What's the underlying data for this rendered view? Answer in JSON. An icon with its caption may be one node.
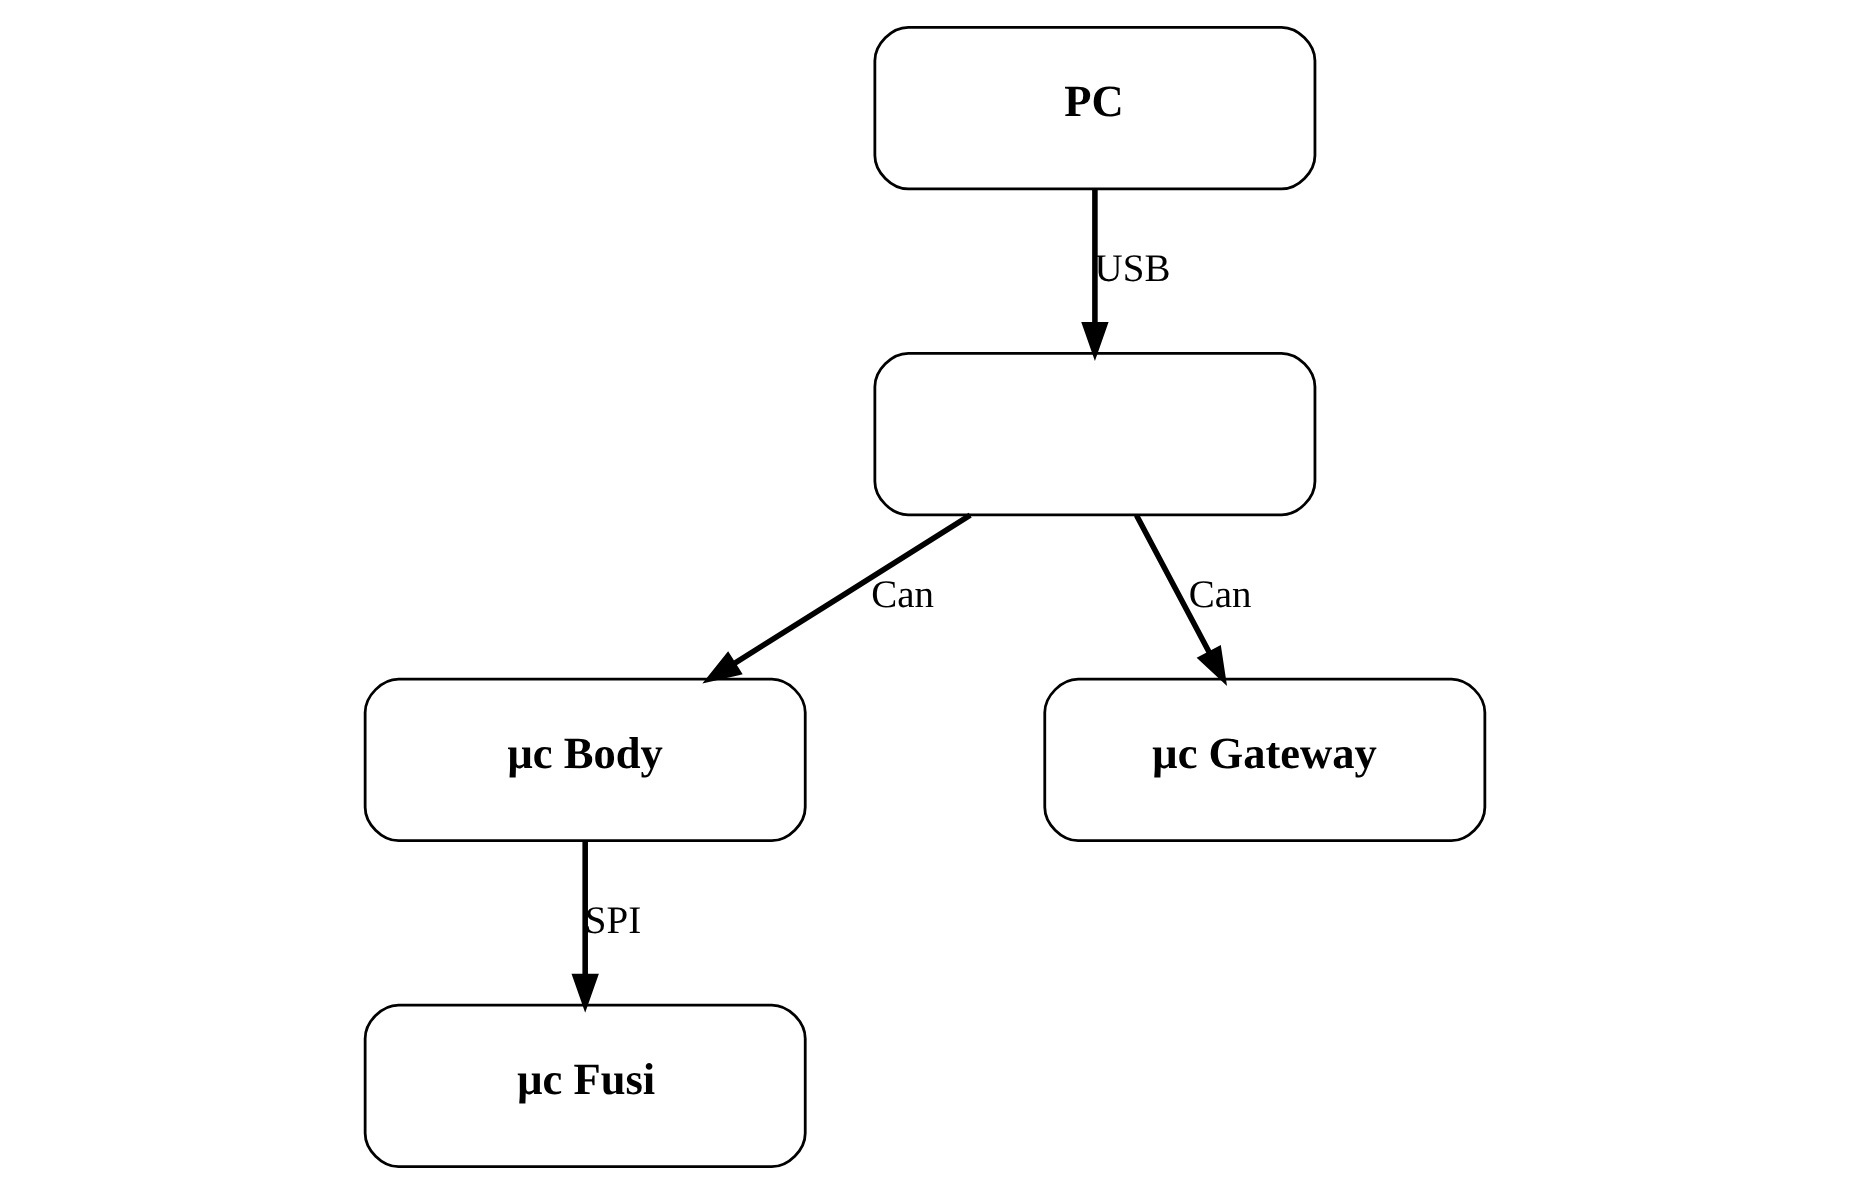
{
  "diagram": {
    "nodes": [
      {
        "text": [
          "PC"
        ]
      },
      {
        "text": [],
        "shape": "box"
      },
      {
        "text": [
          "µc Body"
        ]
      },
      {
        "text": [
          "µc Gateway"
        ]
      },
      {
        "text": [
          "µc Fusi"
        ]
      }
    ],
    "edges": [
      {
        "from": 0,
        "to": 1,
        "arrow": "to",
        "label": "USB"
      },
      {
        "from": 1,
        "to": 2,
        "arrow": "to",
        "label": "Can"
      },
      {
        "from": 1,
        "to": 3,
        "arrow": "to",
        "label": "Can"
      },
      {
        "from": 2,
        "to": 4,
        "arrow": "to",
        "label": "SPI"
      }
    ]
  }
}
